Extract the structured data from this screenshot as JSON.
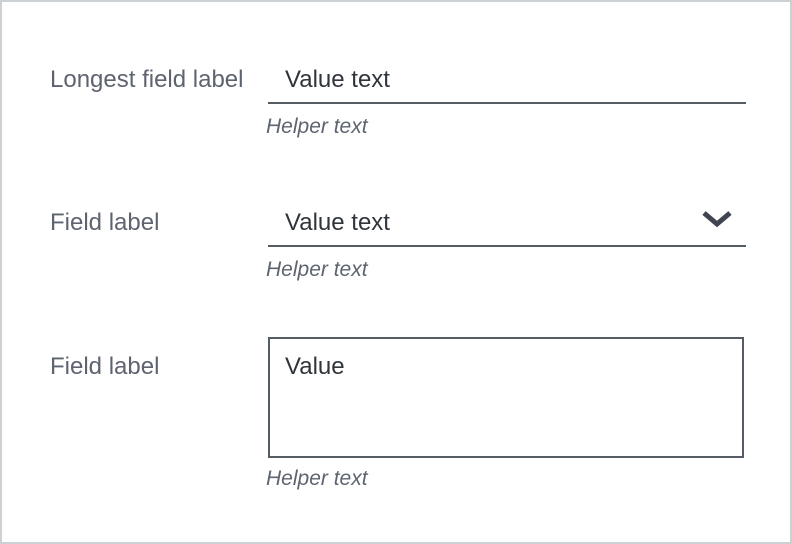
{
  "page": {
    "background": "#ffffff",
    "frame_border_color": "#ccd1d6"
  },
  "colors": {
    "label_text": "#5d6470",
    "value_text": "#30353c",
    "helper_text": "#5d6470",
    "field_line": "#565c64",
    "chevron": "#3f4450"
  },
  "fields": [
    {
      "type": "text-input",
      "label": "Longest field label",
      "value": "Value text",
      "helper": "Helper text"
    },
    {
      "type": "select",
      "label": "Field label",
      "value": "Value text",
      "helper": "Helper text",
      "icon": "chevron-down-icon"
    },
    {
      "type": "textarea",
      "label": "Field label",
      "value": "Value",
      "helper": "Helper text"
    }
  ]
}
